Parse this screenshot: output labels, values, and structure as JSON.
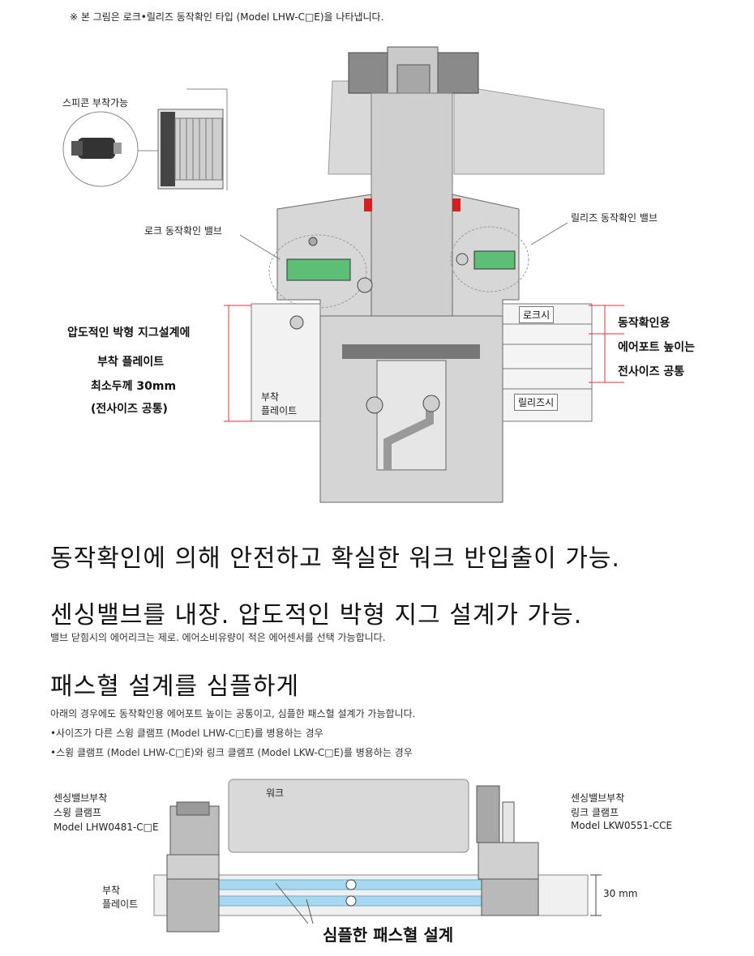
{
  "top_note": "※ 본 그림은 로크•릴리즈 동작확인 타입 (Model LHW-C□E)을 나타냅니다.",
  "diagram1": {
    "speedcon_label": "스피콘 부착가능",
    "lock_valve_label": "로크 동작확인 밸브",
    "release_valve_label": "릴리즈 동작확인 밸브",
    "left_callout": [
      "압도적인 박형 지그설계에",
      "부착 플레이트",
      "최소두께 30mm",
      "(전사이즈 공통)"
    ],
    "attach_plate": [
      "부착",
      "플레이트"
    ],
    "lock_time": "로크시",
    "release_time": "릴리즈시",
    "right_callout": [
      "동작확인용",
      "에어포트 높이는",
      "전사이즈 공통"
    ]
  },
  "section1": {
    "headline1": "동작확인에 의해 안전하고 확실한 워크 반입출이 가능.",
    "headline2": "센싱밸브를 내장. 압도적인 박형 지그 설계가 가능.",
    "sub": "밸브 닫힘시의 에어리크는 제로. 에어소비유량이 적은 에어센서를 선택 가능합니다."
  },
  "section2": {
    "headline": "패스혈 설계를 심플하게",
    "desc": "아래의 경우에도 동작확인용 에어포트 높이는 공통이고, 심플한 패스혈 설계가 가능합니다.",
    "bullet1": "•사이즈가 다른 스윙 클램프 (Model LHW-C□E)를 병용하는 경우",
    "bullet2": "•스윙 클램프 (Model LHW-C□E)와 링크 클램프 (Model LKW-C□E)를 병용하는 경우"
  },
  "diagram2": {
    "work": "워크",
    "left_title": [
      "센싱밸브부착",
      "스윙 클램프"
    ],
    "left_model": "Model LHW0481-C□E",
    "right_title": [
      "센싱밸브부착",
      "링크 클램프"
    ],
    "right_model": "Model LKW0551-CCE",
    "plate": [
      "부착",
      "플레이트"
    ],
    "thickness": "30 mm",
    "simple": "심플한 패스혈 설계"
  },
  "colors": {
    "cutaway_gray": "#d7d7d7",
    "valve_green": "#5cbf75",
    "seal_red": "#d42020",
    "dim_red": "#e0303a",
    "pass_blue": "#a8d8f0"
  }
}
